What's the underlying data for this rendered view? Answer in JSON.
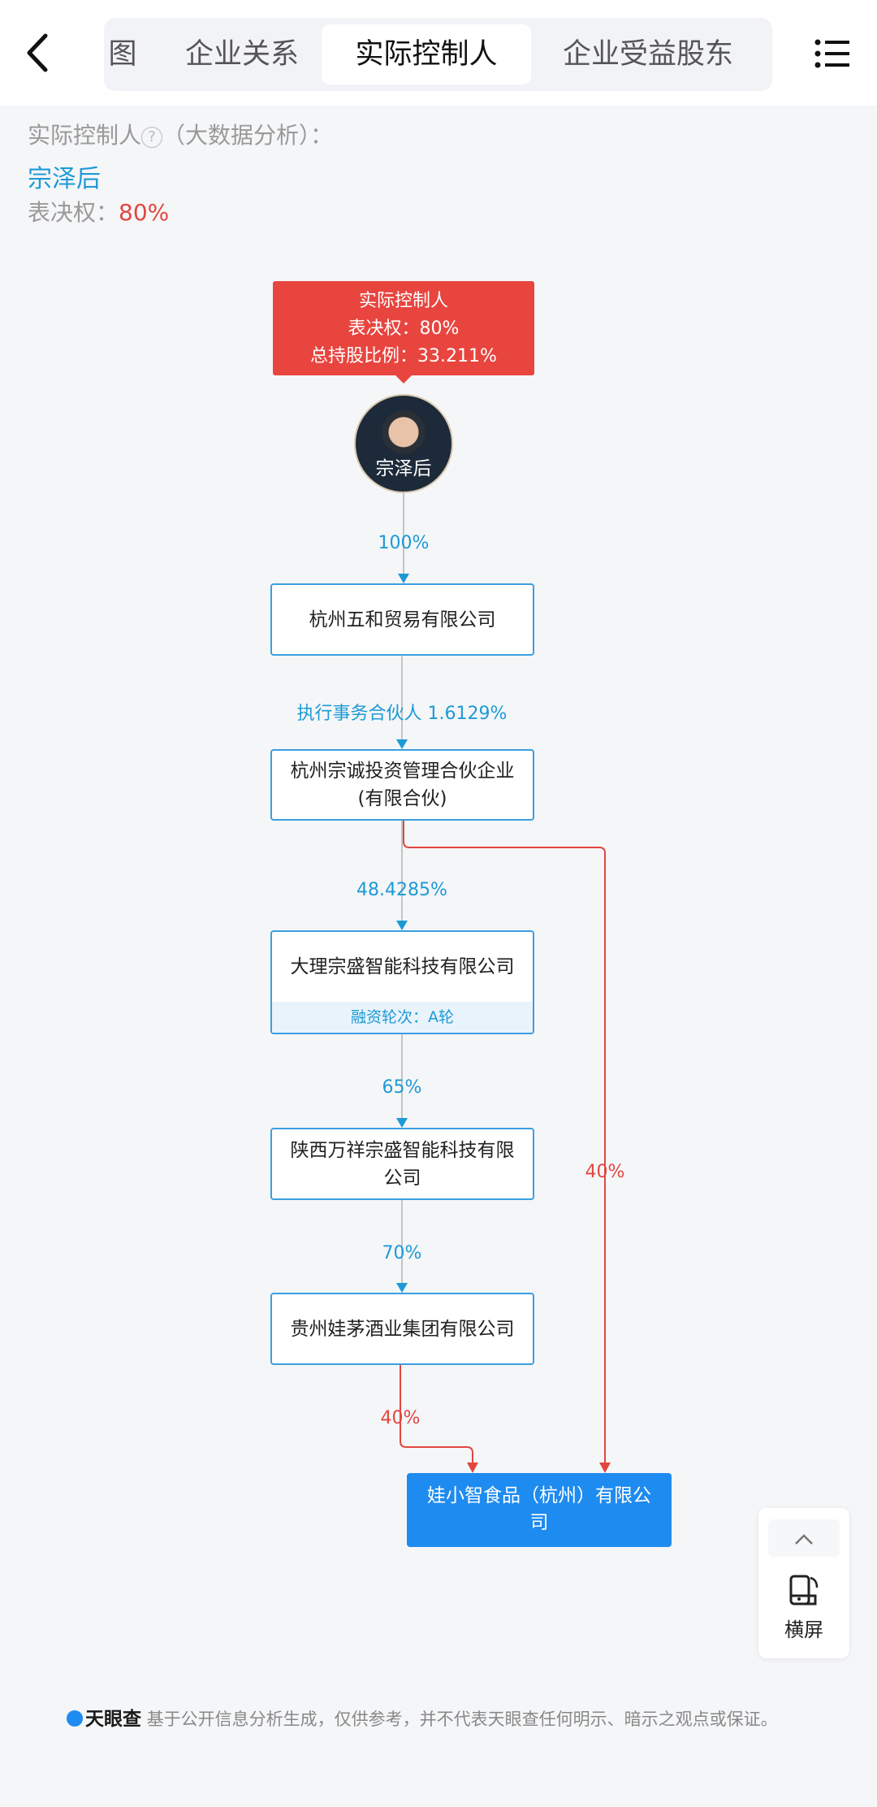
{
  "header": {
    "tabs": [
      {
        "label": "图",
        "active": false
      },
      {
        "label": "企业关系",
        "active": false
      },
      {
        "label": "实际控制人",
        "active": true
      },
      {
        "label": "企业受益股东",
        "active": false
      }
    ]
  },
  "summary": {
    "title": "实际控制人",
    "title_suffix": "（大数据分析）：",
    "name": "宗泽后",
    "vote_label": "表决权：",
    "vote_value": "80%"
  },
  "controller": {
    "line1": "实际控制人",
    "line2": "表决权：80%",
    "line3": "总持股比例：33.211%",
    "name": "宗泽后"
  },
  "chain": [
    {
      "edge": "100%",
      "name": "杭州五和贸易有限公司"
    },
    {
      "edge": "执行事务合伙人 1.6129%",
      "name": "杭州宗诚投资管理合伙企业",
      "name2": "(有限合伙)"
    },
    {
      "edge": "48.4285%",
      "name": "大理宗盛智能科技有限公司",
      "tag": "融资轮次：A轮"
    },
    {
      "edge": "65%",
      "name": "陕西万祥宗盛智能科技有限",
      "name2": "公司"
    },
    {
      "edge": "70%",
      "name": "贵州娃茅酒业集团有限公司"
    }
  ],
  "red_edges": {
    "from_guizhou": "40%",
    "from_zongcheng": "40%"
  },
  "target": {
    "name": "娃小智食品（杭州）有限公",
    "name2": "司"
  },
  "float": {
    "label": "横屏"
  },
  "footer": {
    "brand": "天眼查",
    "text": "基于公开信息分析生成，仅供参考，并不代表天眼查任何明示、暗示之观点或保证。"
  },
  "colors": {
    "accent": "#1e8bf0",
    "red": "#e8453f",
    "link": "#1d9ad6"
  }
}
